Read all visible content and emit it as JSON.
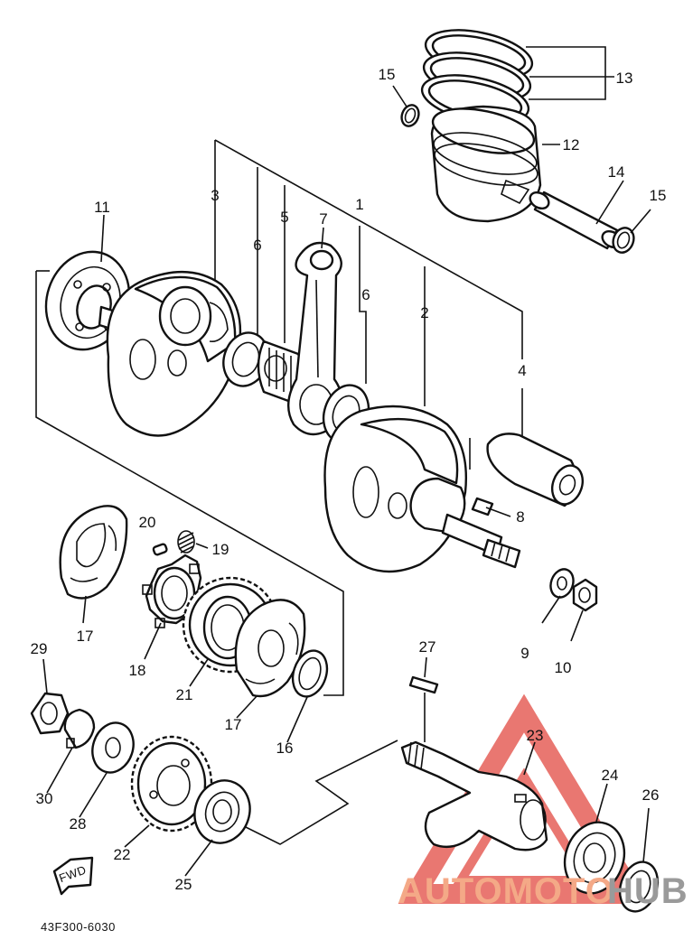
{
  "diagram": {
    "drawing_code": "43F300-6030",
    "front_marker": "FWD",
    "watermark": {
      "text_a": "AUTOMOTO",
      "text_b": "HUB",
      "color_a": "#f4a987",
      "color_b": "#9a9a9a",
      "logo_color": "#e24a42"
    },
    "callouts": {
      "c1": "1",
      "c2": "2",
      "c3": "3",
      "c4": "4",
      "c5": "5",
      "c6a": "6",
      "c6b": "6",
      "c7": "7",
      "c8": "8",
      "c9": "9",
      "c10": "10",
      "c11": "11",
      "c12": "12",
      "c13": "13",
      "c14": "14",
      "c15a": "15",
      "c15b": "15",
      "c16": "16",
      "c17a": "17",
      "c17b": "17",
      "c18": "18",
      "c19": "19",
      "c20": "20",
      "c21": "21",
      "c22": "22",
      "c23": "23",
      "c24": "24",
      "c25": "25",
      "c26": "26",
      "c27": "27",
      "c28": "28",
      "c29": "29",
      "c30": "30"
    }
  }
}
